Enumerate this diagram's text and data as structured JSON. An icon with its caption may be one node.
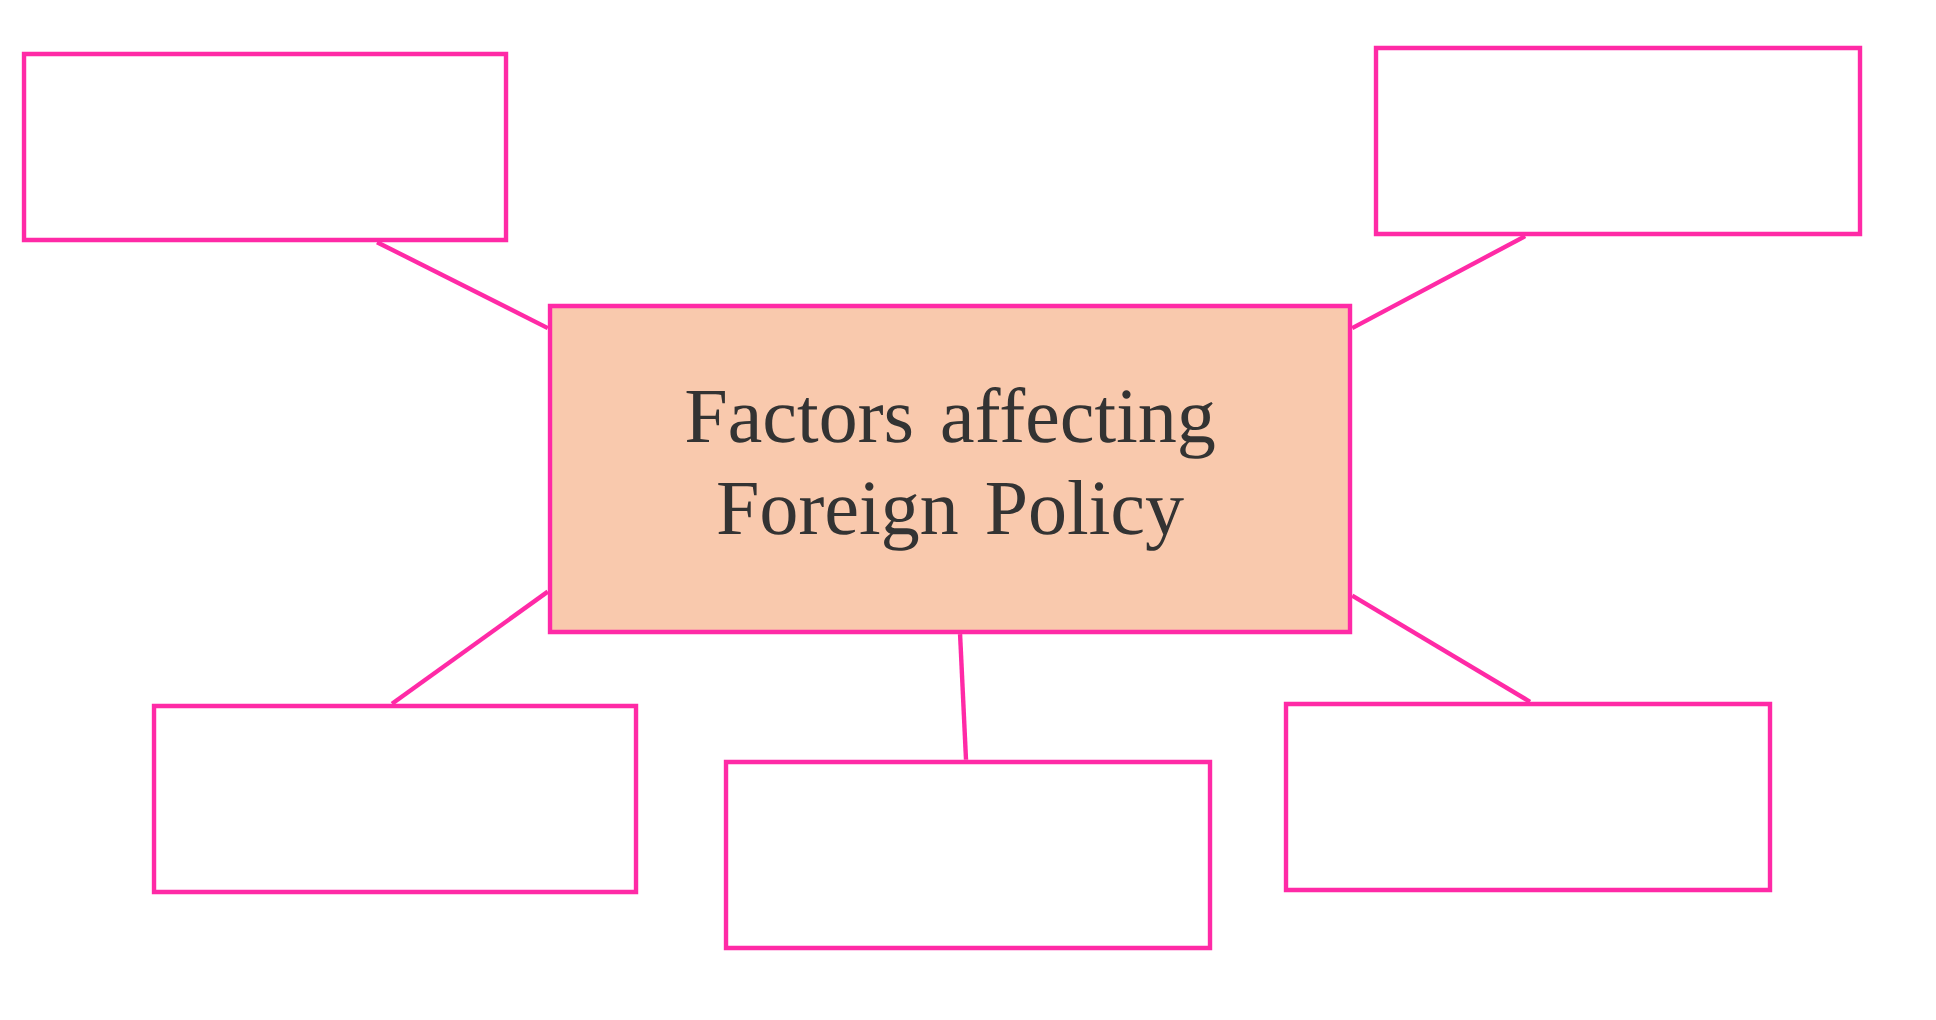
{
  "diagram": {
    "nodes": [
      {
        "text": [],
        "shape": "box"
      },
      {
        "text": [],
        "shape": "box"
      },
      {
        "text": [
          "Factors affecting Foreign Policy"
        ]
      },
      {
        "text": [],
        "shape": "box"
      },
      {
        "text": [],
        "shape": "box"
      },
      {
        "text": [],
        "shape": "box"
      }
    ],
    "edges": [
      {
        "from": 2,
        "to": 0,
        "arrow": "none"
      },
      {
        "from": 2,
        "to": 1,
        "arrow": "none"
      },
      {
        "from": 2,
        "to": 3,
        "arrow": "none"
      },
      {
        "from": 2,
        "to": 4,
        "arrow": "none"
      },
      {
        "from": 2,
        "to": 5,
        "arrow": "none"
      }
    ]
  }
}
